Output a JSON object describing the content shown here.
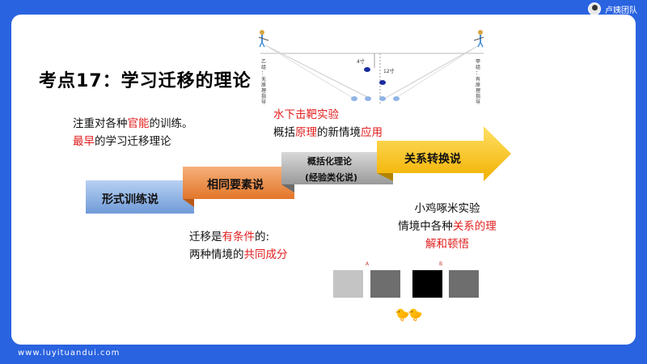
{
  "header": {
    "team_name": "卢姨团队"
  },
  "footer": {
    "url": "www.luyituandui.com"
  },
  "title": "考点17：学习迁移的理论",
  "formal_discipline": {
    "line1": "注重对各种官能的训练。",
    "line1_pre": "注重对各种",
    "line1_red": "官能",
    "line1_post": "的训练。",
    "line2_red": "最早",
    "line2_post": "的学习迁移理论"
  },
  "generalization": {
    "experiment_red": "水下击靶实验",
    "line_pre": "概括",
    "line_red1": "原理",
    "line_mid": "的新情境",
    "line_red2": "应用"
  },
  "identical_elements": {
    "line1_pre": "迁移是",
    "line1_red": "有条件",
    "line1_post": "的:",
    "line2_pre": "两种情境的",
    "line2_red": "共同成分"
  },
  "relational": {
    "experiment": "小鸡啄米实验",
    "line2_pre": "情境中各种",
    "line2_red": "关系的理",
    "line3_red": "解和顿悟"
  },
  "steps": [
    {
      "label": "形式训练说",
      "color": "#8fb4e6"
    },
    {
      "label": "相同要素说",
      "color": "#f08c3c"
    },
    {
      "label": "概括化理论",
      "sublabel": "(经验类化说)",
      "color": "#b5b5b5"
    },
    {
      "label": "关系转换说",
      "color": "#f7c600"
    }
  ],
  "diagram": {
    "left_label": "乙组：无原理指导",
    "right_label": "甲组：有原理指导",
    "depth_a": "4寸",
    "depth_b": "12寸",
    "left_chars": [
      "乙",
      "组",
      "：",
      "无",
      "原",
      "理",
      "指",
      "导"
    ],
    "right_chars": [
      "甲",
      "组",
      "：",
      "有",
      "原",
      "理",
      "指",
      "导"
    ]
  },
  "squares": {
    "label_a": "A",
    "label_b": "B",
    "colors": [
      "#c4c4c4",
      "#6e6e6e",
      "#000000",
      "#6e6e6e"
    ]
  }
}
